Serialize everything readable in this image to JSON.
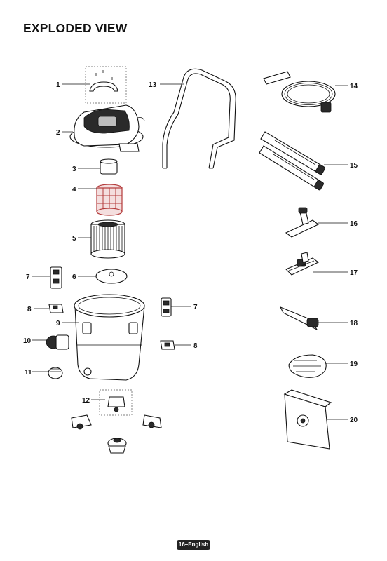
{
  "title": "EXPLODED VIEW",
  "footer": "16–English",
  "callouts": [
    "1",
    "2",
    "3",
    "4",
    "5",
    "7",
    "6",
    "8",
    "9",
    "7",
    "10",
    "8",
    "11",
    "12",
    "13",
    "14",
    "15",
    "16",
    "17",
    "18",
    "19",
    "20"
  ]
}
